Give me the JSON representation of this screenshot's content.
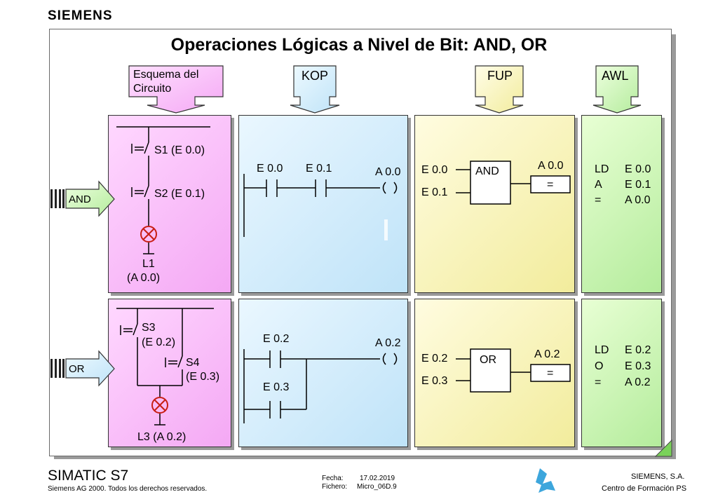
{
  "brand": "SIEMENS",
  "title": "Operaciones Lógicas a Nivel de Bit: AND, OR",
  "headers": {
    "esquema_line1": "Esquema del",
    "esquema_line2": "Circuito",
    "kop": "KOP",
    "fup": "FUP",
    "awl": "AWL"
  },
  "row_labels": {
    "and": "AND",
    "or": "OR"
  },
  "and": {
    "circuit": {
      "s1": "S1 (E 0.0)",
      "s2": "S2 (E 0.1)",
      "lamp_name": "L1",
      "lamp_addr": "(A 0.0)"
    },
    "kop": {
      "in1": "E 0.0",
      "in2": "E 0.1",
      "out": "A 0.0"
    },
    "fup": {
      "in1": "E 0.0",
      "in2": "E 0.1",
      "gate": "AND",
      "out": "A 0.0",
      "assign": "="
    },
    "awl": [
      {
        "op": "LD",
        "operand": "E 0.0"
      },
      {
        "op": "A",
        "operand": "E 0.1"
      },
      {
        "op": "=",
        "operand": "A 0.0"
      }
    ]
  },
  "or": {
    "circuit": {
      "s3": "S3",
      "s3_addr": "(E 0.2)",
      "s4": "S4",
      "s4_addr": "(E 0.3)",
      "lamp": "L3 (A 0.2)"
    },
    "kop": {
      "in1": "E 0.2",
      "in2": "E 0.3",
      "out": "A 0.2"
    },
    "fup": {
      "in1": "E 0.2",
      "in2": "E 0.3",
      "gate": "OR",
      "out": "A 0.2",
      "assign": "="
    },
    "awl": [
      {
        "op": "LD",
        "operand": "E 0.2"
      },
      {
        "op": "O",
        "operand": "E 0.3"
      },
      {
        "op": "=",
        "operand": "A 0.2"
      }
    ]
  },
  "footer": {
    "product": "SIMATIC S7",
    "copyright": "Siemens AG 2000. Todos los derechos reservados.",
    "fecha_label": "Fecha:",
    "fecha": "17.02.2019",
    "fichero_label": "Fichero:",
    "fichero": "Micro_06D.9",
    "company": "SIEMENS, S.A.",
    "centre": "Centro de Formación PS"
  },
  "colors": {
    "pink": "#f4a8f4",
    "blue": "#bfe3f8",
    "yellow": "#f2ec9c",
    "green": "#b4ec9c",
    "lamp": "#e0281e"
  }
}
